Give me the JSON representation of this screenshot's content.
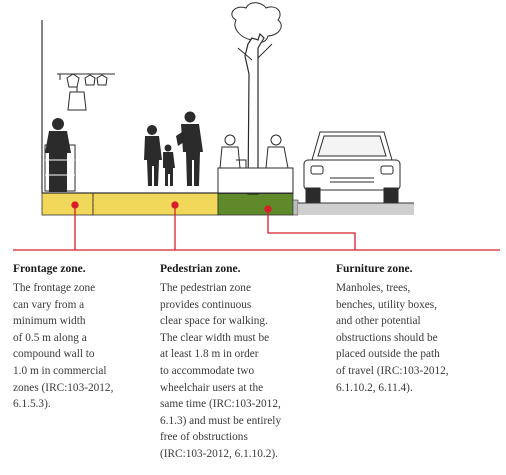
{
  "zones": [
    {
      "title": "Frontage zone.",
      "lines": [
        "The frontage zone",
        "can vary from a",
        "minimum width",
        "of 0.5 m along a",
        "compound wall to",
        "1.0 m in commercial",
        "zones (IRC:103-2012,",
        "6.1.5.3)."
      ]
    },
    {
      "title": "Pedestrian zone.",
      "lines": [
        "The pedestrian zone",
        "provides continuous",
        "clear space for walking.",
        "The clear width must be",
        "at least 1.8 m in order",
        "to accommodate two",
        "wheelchair users at the",
        "same time (IRC:103-2012,",
        "6.1.3) and must be entirely",
        "free of obstructions",
        "(IRC:103-2012, 6.1.10.2)."
      ]
    },
    {
      "title": "Furniture zone.",
      "lines": [
        "Manholes, trees,",
        "benches, utility boxes,",
        "and other potential",
        "obstructions should be",
        "placed outside the path",
        "of travel (IRC:103-2012,",
        "6.1.10.2, 6.11.4)."
      ]
    }
  ],
  "colors": {
    "frontage": "#f2d85a",
    "pedestrian": "#f2d85a",
    "furniture": "#5e8a2a",
    "road": "#cfcfcf",
    "leader": "#d81e2a",
    "ink": "#2b2b2b"
  }
}
